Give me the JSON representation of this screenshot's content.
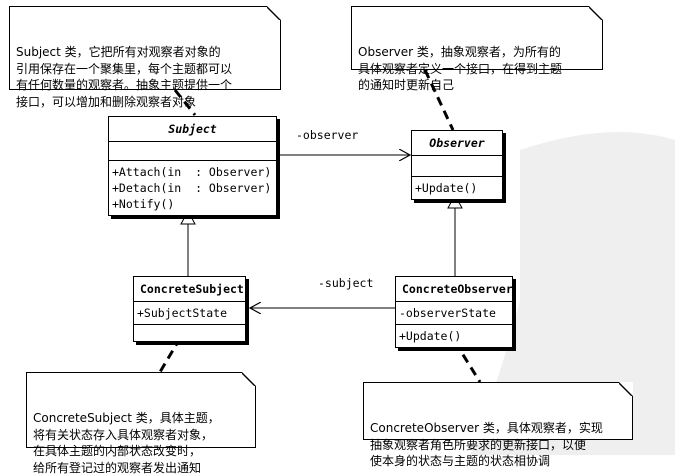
{
  "notes": {
    "subject": "Subject 类，它把所有对观察者对象的\n引用保存在一个聚集里，每个主题都可以\n有任何数量的观察者。抽象主题提供一个\n接口，可以增加和删除观察者对象",
    "observer": "Observer 类，抽象观察者，为所有的\n具体观察者定义一个接口，在得到主题\n的通知时更新自己",
    "concrete_subject": "ConcreteSubject 类，具体主题，\n将有关状态存入具体观察者对象，\n在具体主题的内部状态改变时，\n给所有登记过的观察者发出通知",
    "concrete_observer": "ConcreteObserver 类，具体观察者，实现\n抽象观察者角色所要求的更新接口，以便\n使本身的状态与主题的状态相协调"
  },
  "classes": {
    "subject": {
      "name": "Subject",
      "attributes": [],
      "operations": [
        "+Attach(in  : Observer)",
        "+Detach(in  : Observer)",
        "+Notify()"
      ]
    },
    "observer": {
      "name": "Observer",
      "attributes": [],
      "operations": [
        "+Update()"
      ]
    },
    "concrete_subject": {
      "name": "ConcreteSubject",
      "attributes": [
        "+SubjectState"
      ],
      "operations": []
    },
    "concrete_observer": {
      "name": "ConcreteObserver",
      "attributes": [
        "-observerState"
      ],
      "operations": [
        "+Update()"
      ]
    }
  },
  "associations": {
    "subject_to_observer": "-observer",
    "observer_to_subject": "-subject"
  },
  "colors": {
    "line": "#000000",
    "watermark": "#e6e6e6"
  }
}
